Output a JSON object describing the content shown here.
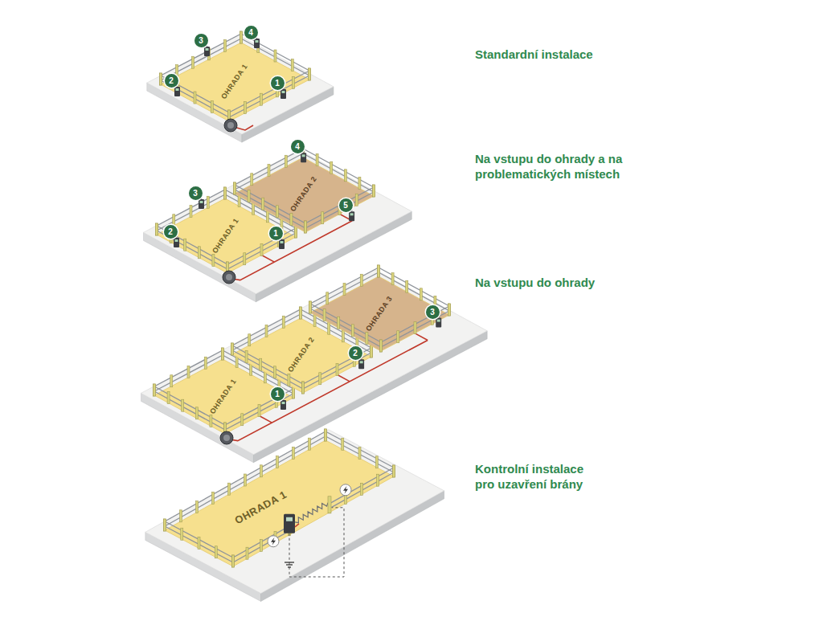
{
  "diagram": {
    "nodes": [
      {
        "text": [
          "OHRADA 1"
        ]
      },
      {
        "text": [
          "OHRADA 1"
        ]
      },
      {
        "text": [
          "OHRADA 2"
        ]
      },
      {
        "text": [
          "OHRADA 1"
        ]
      },
      {
        "text": [
          "OHRADA 2"
        ]
      },
      {
        "text": [
          "OHRADA 3"
        ]
      },
      {
        "text": [
          "OHRADA 1"
        ]
      }
    ],
    "labels": [
      "Standardní instalace",
      "3",
      "4",
      "2",
      "1",
      "Na vstupu do ohrady a na problematických místech",
      "4",
      "3",
      "5",
      "2",
      "1",
      "Na vstupu do ohrady",
      "3",
      "2",
      "1",
      "Kontrolní instalace pro uzavření brány"
    ]
  }
}
